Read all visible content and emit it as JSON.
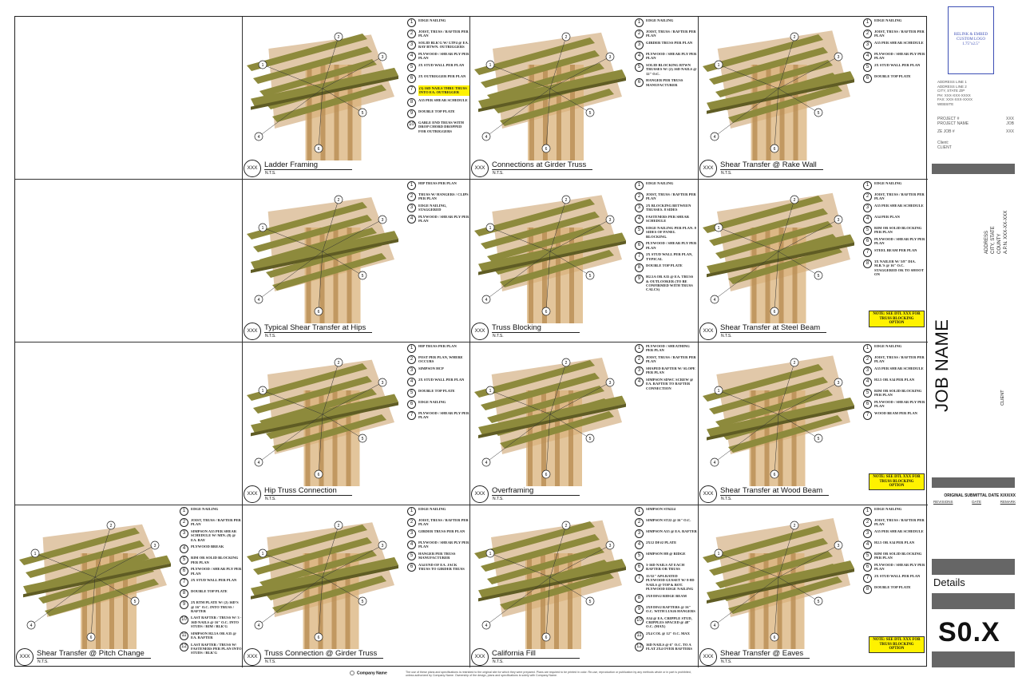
{
  "details": [
    {
      "title": "",
      "scale": "",
      "tag": "",
      "notes": []
    },
    {
      "title": "Ladder Framing",
      "scale": "N.T.S.",
      "tag": "XXX",
      "notes": [
        {
          "n": "1",
          "t": "EDGE NAILING"
        },
        {
          "n": "2",
          "t": "JOIST, TRUSS / RAFTER PER PLAN"
        },
        {
          "n": "3",
          "t": "SOLID BLK'G W/ LTP4 @ EA. BAY BTWN. OUTRIGGERS"
        },
        {
          "n": "4",
          "t": "PLYWOOD / SHEAR PLY PER PLAN"
        },
        {
          "n": "5",
          "t": "2X STUD WALL PER PLAN"
        },
        {
          "n": "6",
          "t": "2X OUTRIGGER PER PLAN"
        },
        {
          "n": "7",
          "t": "(3) 16D NAILS THRU TRUSS INTO EA. OUTRIGGER",
          "hl": true
        },
        {
          "n": "8",
          "t": "A35 PER SHEAR SCHEDULE"
        },
        {
          "n": "9",
          "t": "DOUBLE TOP PLATE"
        },
        {
          "n": "10",
          "t": "GABLE END TRUSS WITH DROP CHORD DROPPED FOR OUTRIGGERS"
        }
      ]
    },
    {
      "title": "Connections at Girder Truss",
      "scale": "N.T.S.",
      "tag": "XXX",
      "notes": [
        {
          "n": "1",
          "t": "EDGE NAILING"
        },
        {
          "n": "2",
          "t": "JOIST, TRUSS / RAFTER PER PLAN"
        },
        {
          "n": "3",
          "t": "GIRDER TRUSS PER PLAN"
        },
        {
          "n": "4",
          "t": "PLYWOOD / SHEAR PLY PER PLAN"
        },
        {
          "n": "5",
          "t": "SOLID BLOCKING BTWN TRUSSES W/ (2) 16D NAILS @ 12\" O.C."
        },
        {
          "n": "6",
          "t": "HANGER PER TRUSS MANUFACTURER"
        }
      ]
    },
    {
      "title": "Shear Transfer @ Rake Wall",
      "scale": "N.T.S.",
      "tag": "XXX",
      "notes": [
        {
          "n": "1",
          "t": "EDGE NAILING"
        },
        {
          "n": "2",
          "t": "JOIST, TRUSS / RAFTER PER PLAN"
        },
        {
          "n": "3",
          "t": "A35 PER SHEAR SCHEDULE"
        },
        {
          "n": "4",
          "t": "PLYWOOD / SHEAR PLY PER PLAN"
        },
        {
          "n": "5",
          "t": "2X STUD WALL PER PLAN"
        },
        {
          "n": "6",
          "t": "DOUBLE TOP PLATE"
        }
      ]
    },
    {
      "title": "",
      "scale": "",
      "tag": "",
      "notes": []
    },
    {
      "title": "Typical Shear Transfer at Hips",
      "scale": "N.T.S.",
      "tag": "XXX",
      "notes": [
        {
          "n": "1",
          "t": "HIP TRUSS PER PLAN"
        },
        {
          "n": "2",
          "t": "TRUSS W/ HANGERS / CLIPS PER PLAN"
        },
        {
          "n": "3",
          "t": "EDGE NAILING, STAGGERED"
        },
        {
          "n": "4",
          "t": "PLYWOOD / SHEAR PLY PER PLAN"
        }
      ]
    },
    {
      "title": "Truss Blocking",
      "scale": "N.T.S.",
      "tag": "XXX",
      "notes": [
        {
          "n": "1",
          "t": "EDGE NAILING"
        },
        {
          "n": "2",
          "t": "JOIST, TRUSS / RAFTER PER PLAN"
        },
        {
          "n": "3",
          "t": "2X BLOCKING BETWEEN TRUSSES. 8 SIDES"
        },
        {
          "n": "4",
          "t": "FASTENERS PER SHEAR SCHEDULE"
        },
        {
          "n": "5",
          "t": "EDGE NAILING PER PLAN. 8 SIDES OF PANEL BLOCKING."
        },
        {
          "n": "6",
          "t": "PLYWOOD / SHEAR PLY PER PLAN"
        },
        {
          "n": "7",
          "t": "2X STUD WALL PER PLAN, TYPICAL"
        },
        {
          "n": "8",
          "t": "DOUBLE TOP PLATE"
        },
        {
          "n": "9",
          "t": "H2.5A OR A35 @ EA. TRUSS & OUTLOOKER (TO BE CONFIRMED WITH TRUSS CALCS)"
        }
      ]
    },
    {
      "title": "Shear Transfer at Steel Beam",
      "scale": "N.T.S.",
      "tag": "XXX",
      "callout": "NOTE: SEE DTL XXX FOR TRUSS BLOCKING OPTION",
      "notes": [
        {
          "n": "1",
          "t": "EDGE NAILING"
        },
        {
          "n": "2",
          "t": "JOIST, TRUSS / RAFTER PER PLAN"
        },
        {
          "n": "3",
          "t": "A35 PER SHEAR SCHEDULE"
        },
        {
          "n": "4",
          "t": "A34 PER PLAN"
        },
        {
          "n": "5",
          "t": "RIM OR SOLID BLOCKING PER PLAN"
        },
        {
          "n": "6",
          "t": "PLYWOOD / SHEAR PLY PER PLAN"
        },
        {
          "n": "7",
          "t": "STEEL BEAM PER PLAN"
        },
        {
          "n": "8",
          "t": "3X NAILER W/ 5/8\" DIA. M.B.'S @ 16\" O.C. STAGGERED OK TO SHOOT ON"
        }
      ]
    },
    {
      "title": "",
      "scale": "",
      "tag": "",
      "notes": []
    },
    {
      "title": "Hip Truss Connection",
      "scale": "N.T.S.",
      "tag": "XXX",
      "notes": [
        {
          "n": "1",
          "t": "HIP TRUSS PER PLAN"
        },
        {
          "n": "2",
          "t": "POST PER PLAN, WHERE OCCURS"
        },
        {
          "n": "3",
          "t": "SIMPSON HCP"
        },
        {
          "n": "4",
          "t": "2X STUD WALL PER PLAN"
        },
        {
          "n": "5",
          "t": "DOUBLE TOP PLATE"
        },
        {
          "n": "6",
          "t": "EDGE NAILING"
        },
        {
          "n": "7",
          "t": "PLYWOOD / SHEAR PLY PER PLAN"
        }
      ]
    },
    {
      "title": "Overframing",
      "scale": "N.T.S.",
      "tag": "XXX",
      "notes": [
        {
          "n": "1",
          "t": "PLYWOOD / SHEATHING PER PLAN"
        },
        {
          "n": "2",
          "t": "JOIST, TRUSS / RAFTER PER PLAN"
        },
        {
          "n": "3",
          "t": "SHAPED RAFTER W/ SLOPE PER PLAN"
        },
        {
          "n": "4",
          "t": "SIMPSON SDWC SCREW @ EA. RAFTER TO RAFTER CONNECTION"
        }
      ]
    },
    {
      "title": "Shear Transfer at Wood Beam",
      "scale": "N.T.S.",
      "tag": "XXX",
      "callout": "NOTE: SEE DTL XXX FOR TRUSS BLOCKING OPTION",
      "notes": [
        {
          "n": "1",
          "t": "EDGE NAILING"
        },
        {
          "n": "2",
          "t": "JOIST, TRUSS / RAFTER PER PLAN"
        },
        {
          "n": "3",
          "t": "A35 PER SHEAR SCHEDULE"
        },
        {
          "n": "4",
          "t": "H2.5 OR A34 PER PLAN"
        },
        {
          "n": "5",
          "t": "RIM OR SOLID BLOCKING PER PLAN"
        },
        {
          "n": "6",
          "t": "PLYWOOD / SHEAR PLY PER PLAN"
        },
        {
          "n": "7",
          "t": "WOOD BEAM PER PLAN"
        }
      ]
    },
    {
      "title": "Shear Transfer @ Pitch Change",
      "scale": "N.T.S.",
      "tag": "XXX",
      "notes": [
        {
          "n": "1",
          "t": "EDGE NAILING"
        },
        {
          "n": "2",
          "t": "JOIST, TRUSS / RAFTER PER PLAN"
        },
        {
          "n": "3",
          "t": "SIMPSON A35 PER SHEAR SCHEDULE W/ MIN. (8) @ EA. BAY"
        },
        {
          "n": "4",
          "t": "PLYWOOD BREAK"
        },
        {
          "n": "5",
          "t": "RIM OR SOLID BLOCKING PER PLAN"
        },
        {
          "n": "6",
          "t": "PLYWOOD / SHEAR PLY PER PLAN"
        },
        {
          "n": "7",
          "t": "2X STUD WALL PER PLAN"
        },
        {
          "n": "8",
          "t": "DOUBLE TOP PLATE"
        },
        {
          "n": "9",
          "t": "2X BTM PLATE W/ (2) 16D'S @ 16\" O.C. INTO TRUSS / RAFTER"
        },
        {
          "n": "10",
          "t": "LAST RAFTER / TRUSS W/ 3 - 16D NAILS @ 16\" O.C. INTO STUDS / RIM / BLK'G"
        },
        {
          "n": "11",
          "t": "SIMPSON H2.5A OR A35 @ EA. RAFTER"
        },
        {
          "n": "12",
          "t": "LAST RAFTER / TRUSS W/ FASTENERS PER PLAN INTO STUDS / BLK'G"
        }
      ]
    },
    {
      "title": "Truss Connection @ Girder Truss",
      "scale": "N.T.S.",
      "tag": "XXX",
      "notes": [
        {
          "n": "1",
          "t": "EDGE NAILING"
        },
        {
          "n": "2",
          "t": "JOIST, TRUSS / RAFTER PER PLAN"
        },
        {
          "n": "3",
          "t": "GIRDER TRUSS PER PLAN"
        },
        {
          "n": "4",
          "t": "PLYWOOD / SHEAR PLY PER PLAN"
        },
        {
          "n": "5",
          "t": "HANGER PER TRUSS MANUFACTURER"
        },
        {
          "n": "6",
          "t": "A34 END OF EA. JACK TRUSS TO GIRDER TRUSS"
        }
      ]
    },
    {
      "title": "California Fill",
      "scale": "N.T.S.",
      "tag": "XXX",
      "notes": [
        {
          "n": "1",
          "t": "SIMPSON ST6224"
        },
        {
          "n": "2",
          "t": "SIMPSON ST22 @ 16\" O.C."
        },
        {
          "n": "3",
          "t": "SIMPSON A35 @ EA. RAFTER"
        },
        {
          "n": "4",
          "t": "2X12 DF#2 PLATE"
        },
        {
          "n": "5",
          "t": "SIMPSON H8 @ RIDGE"
        },
        {
          "n": "6",
          "t": "3-16D NAILS AT EACH RAFTER OR TRUSS"
        },
        {
          "n": "7",
          "t": "15/32\" APA RATED PLYWOOD GUSSET W/ 8-8D NAILS @ TOP & BOT. PLYWOOD EDGE NAILING"
        },
        {
          "n": "8",
          "t": "2X8 DF#2 RIDGE BEAM"
        },
        {
          "n": "9",
          "t": "2X8 DF#2 RAFTERS @ 16\" O.C. WITH LUS26 HANGERS"
        },
        {
          "n": "10",
          "t": "A34 @ EA. CRIPPLE STUD, CRIPPLES SPACED @ 48\" O.C. (MAX)"
        },
        {
          "n": "11",
          "t": "2X4 COL @ 12\" O.C. MAX"
        },
        {
          "n": "12",
          "t": "16D NAILS @ 6\" O.C. TO A FLAT 2X4 OVER RAFTERS"
        }
      ]
    },
    {
      "title": "Shear Transfer @ Eaves",
      "scale": "N.T.S.",
      "tag": "XXX",
      "callout": "NOTE: SEE DTL XXX FOR TRUSS BLOCKING OPTION",
      "notes": [
        {
          "n": "1",
          "t": "EDGE NAILING"
        },
        {
          "n": "2",
          "t": "JOIST, TRUSS / RAFTER PER PLAN"
        },
        {
          "n": "3",
          "t": "A35 PER SHEAR SCHEDULE"
        },
        {
          "n": "4",
          "t": "H2.5 OR A34 PER PLAN"
        },
        {
          "n": "5",
          "t": "RIM OR SOLID BLOCKING PER PLAN"
        },
        {
          "n": "6",
          "t": "PLYWOOD / SHEAR PLY PER PLAN"
        },
        {
          "n": "7",
          "t": "2X STUD WALL PER PLAN"
        },
        {
          "n": "8",
          "t": "DOUBLE TOP PLATE"
        }
      ]
    }
  ],
  "titleblock": {
    "logo": [
      "RELINK & EMBED",
      "CUSTOM LOGO",
      "1.75\"x2.5\""
    ],
    "address": [
      "ADDRESS LINE 1",
      "ADDRESS LINE 2",
      "CITY, STATE ZIP",
      "PH:  XXX-XXX-XXXX",
      "FAX: XXX-XXX-XXXX",
      "WEBSITE"
    ],
    "project_no_label": "PROJECT #",
    "project_no": "XXX",
    "project_name_label": "PROJECT NAME",
    "project_name": "JOB",
    "ze_job_label": "ZE JOB #",
    "ze_job": "XXX",
    "client_label": "Client:",
    "client": "CLIENT",
    "site": [
      "ADDRESS",
      "CITY, STATE",
      "COUNTY",
      "A.P.N. XXX-XX-XXX"
    ],
    "job_name": "JOB NAME",
    "client_vertical": "CLIENT",
    "original_submittal": "ORIGINAL SUBMITTAL DATE X/XX/XX",
    "rev_cols": [
      "REVISIONS",
      "DATE",
      "REMARK"
    ],
    "sheet_title": "Details",
    "sheet_number": "S0.X"
  },
  "footer": {
    "company": "Company Name",
    "disclaimer": "The use of these plans and specifications is restricted to the original site for which they were prepared. Plans are required to be printed in color. Re-use, reproduction or publication by any methods whole or in part is prohibited, unless authorized by Company Name. Ownership of the design, plans and specifications is solely with Company Name."
  },
  "colors": {
    "lumber_green": "#8d8a3c",
    "lumber_tan": "#d9b27a",
    "plywood": "#c89a63",
    "highlight": "#fff200",
    "bar": "#666666"
  }
}
